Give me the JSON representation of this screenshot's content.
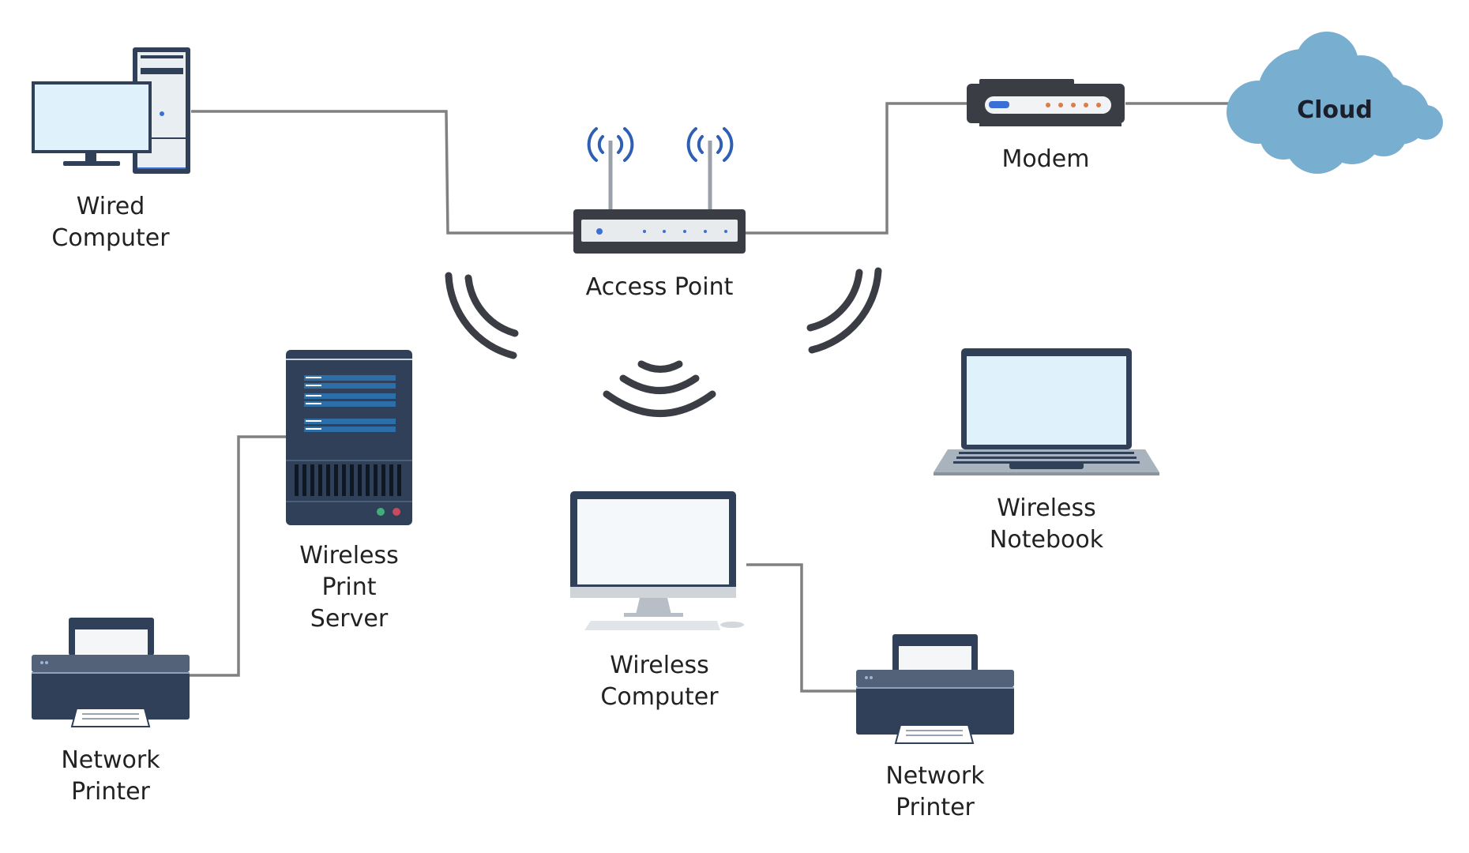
{
  "colors": {
    "line": "#808080",
    "signal": "#3a3d44",
    "antenna_wave": "#2f5fb3",
    "device_dark": "#2f4058",
    "screen": "#dff1fa",
    "cloud": "#78aed0"
  },
  "nodes": {
    "wired_computer": {
      "label": [
        "Wired",
        "Computer"
      ],
      "icon": "desktop-tower-icon"
    },
    "access_point": {
      "label": [
        "Access Point"
      ],
      "icon": "router-icon"
    },
    "modem": {
      "label": [
        "Modem"
      ],
      "icon": "modem-icon"
    },
    "cloud": {
      "label": "Cloud",
      "icon": "cloud-icon"
    },
    "print_server": {
      "label": [
        "Wireless",
        "Print",
        "Server"
      ],
      "icon": "server-icon"
    },
    "wireless_notebook": {
      "label": [
        "Wireless",
        "Notebook"
      ],
      "icon": "laptop-icon"
    },
    "wireless_computer": {
      "label": [
        "Wireless",
        "Computer"
      ],
      "icon": "monitor-icon"
    },
    "printer_left": {
      "label": [
        "Network",
        "Printer"
      ],
      "icon": "printer-icon"
    },
    "printer_right": {
      "label": [
        "Network",
        "Printer"
      ],
      "icon": "printer-icon"
    }
  },
  "connections": [
    {
      "from": "wired_computer",
      "to": "access_point",
      "type": "wired"
    },
    {
      "from": "access_point",
      "to": "modem",
      "type": "wired"
    },
    {
      "from": "modem",
      "to": "cloud",
      "type": "wired"
    },
    {
      "from": "print_server",
      "to": "printer_left",
      "type": "wired"
    },
    {
      "from": "wireless_computer",
      "to": "printer_right",
      "type": "wired"
    },
    {
      "from": "access_point",
      "to": "print_server",
      "type": "wireless"
    },
    {
      "from": "access_point",
      "to": "wireless_notebook",
      "type": "wireless"
    },
    {
      "from": "access_point",
      "to": "wireless_computer",
      "type": "wireless"
    }
  ]
}
